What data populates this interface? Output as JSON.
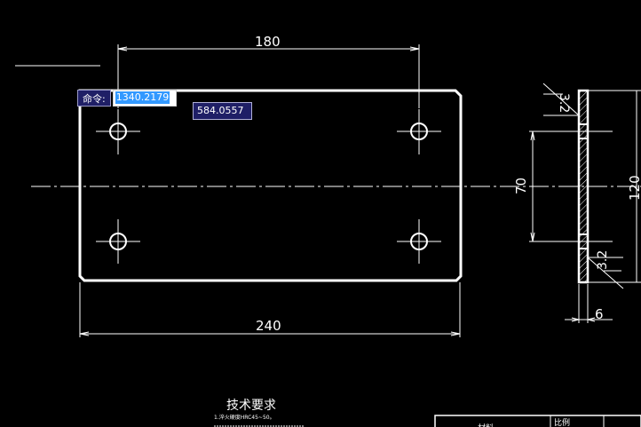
{
  "dimensions": {
    "hole_spacing_horizontal": "180",
    "overall_width": "240",
    "hole_spacing_vertical": "70",
    "overall_height": "120",
    "thickness": "6",
    "surface_roughness_top": "3.2",
    "surface_roughness_bottom": "3.2"
  },
  "command_line": {
    "prompt_label": "命令:",
    "x_value": "1340.2179",
    "y_value": "584.0557"
  },
  "technical_requirements": {
    "title": "技术要求",
    "lines": [
      "1.淬火硬度HRC45~50。"
    ]
  },
  "title_block": {
    "scale_label": "比例",
    "material_label": "材料"
  },
  "colors": {
    "background": "#000000",
    "lines": "#ffffff",
    "prompt_bg": "#1f1f66",
    "selection": "#3399ff"
  }
}
